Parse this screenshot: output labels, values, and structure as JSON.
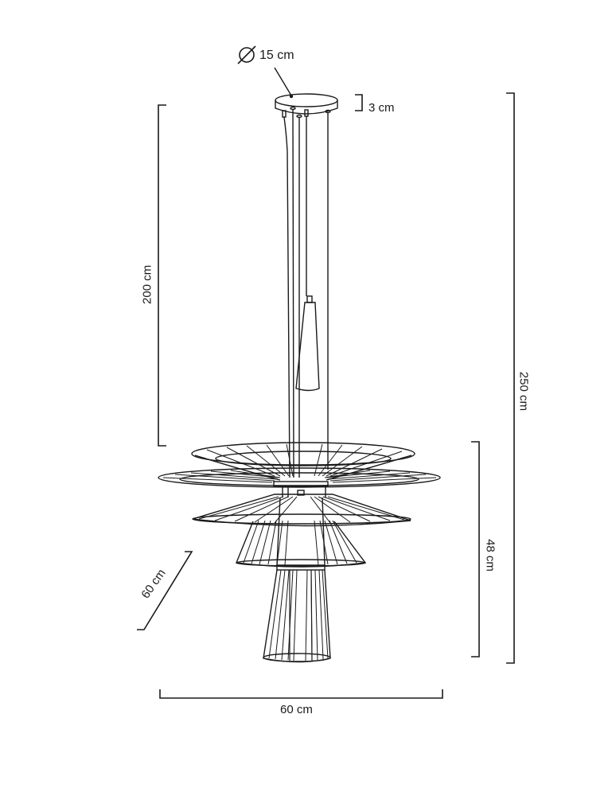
{
  "diagram": {
    "subject": "pendant-lamp-dimension-drawing",
    "line_color": "#1a1a1a",
    "background": "#ffffff",
    "dimensions": {
      "canopy_diameter": {
        "symbol": "⌀",
        "value": "15 cm"
      },
      "canopy_height": "3 cm",
      "cord_length": "200 cm",
      "total_height": "250 cm",
      "shade_height": "48 cm",
      "shade_depth": "60 cm",
      "shade_width": "60 cm"
    }
  }
}
